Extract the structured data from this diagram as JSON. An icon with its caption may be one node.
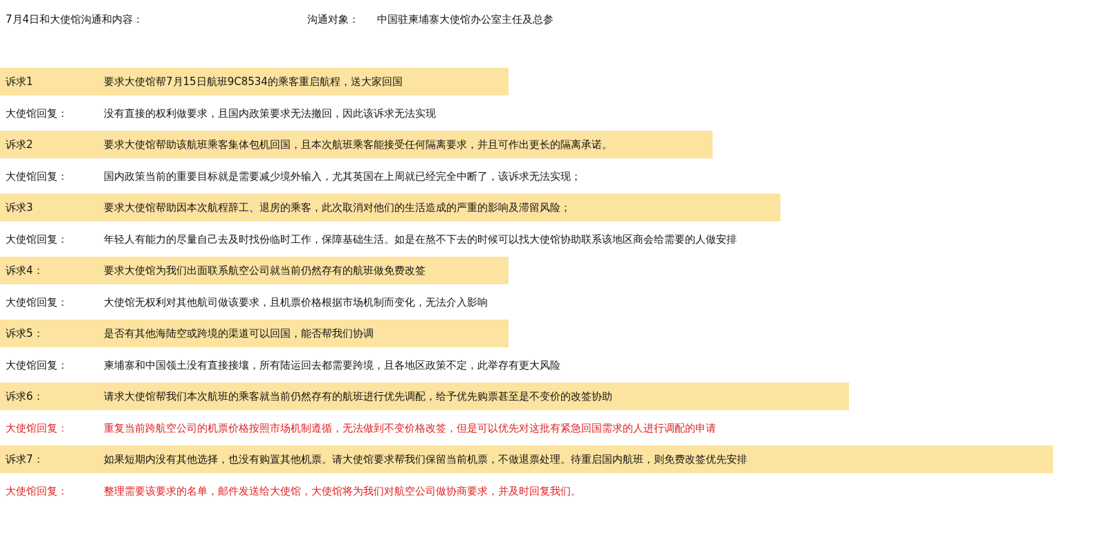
{
  "diagram": {
    "labels": [
      "7月4日和大使馆沟通和内容：",
      "沟通对象：",
      "中国驻柬埔寨大使馆办公室主任及总参",
      "诉求1",
      "要求大使馆帮7月15日航班9C8534的乘客重启航程，送大家回国",
      "大使馆回复：",
      "没有直接的权利做要求，且国内政策要求无法撤回，因此该诉求无法实现",
      "诉求2",
      "要求大使馆帮助该航班乘客集体包机回国，且本次航班乘客能接受任何隔离要求，并且可作出更长的隔离承诺。",
      "大使馆回复：",
      "国内政策当前的重要目标就是需要减少境外输入，尤其英国在上周就已经完全中断了，该诉求无法实现；",
      "诉求3",
      "要求大使馆帮助因本次航程辞工、退房的乘客，此次取消对他们的生活造成的严重的影响及滞留风险；",
      "大使馆回复：",
      "年轻人有能力的尽量自己去及时找份临时工作，保障基础生活。如是在熬不下去的时候可以找大使馆协助联系该地区商会给需要的人做安排",
      "诉求4：",
      "要求大使馆为我们出面联系航空公司就当前仍然存有的航班做免费改签",
      "大使馆回复：",
      "大使馆无权利对其他航司做该要求，且机票价格根据市场机制而变化，无法介入影响",
      "诉求5：",
      "是否有其他海陆空或跨境的渠道可以回国，能否帮我们协调",
      "大使馆回复：",
      "柬埔寨和中国领土没有直接接壤，所有陆运回去都需要跨境，且各地区政策不定，此举存有更大风险",
      "诉求6：",
      "请求大使馆帮我们本次航班的乘客就当前仍然存有的航班进行优先调配，给予优先购票甚至是不变价的改签协助",
      "大使馆回复：",
      "重复当前跨航空公司的机票价格按照市场机制遵循，无法做到不变价格改签，但是可以优先对这批有紧急回国需求的人进行调配的申请",
      "诉求7：",
      "如果短期内没有其他选择，也没有购置其他机票。请大使馆要求帮我们保留当前机票，不做退票处理。待重启国内航班，则免费改签优先安排",
      "大使馆回复：",
      "整理需要该要求的名单，邮件发送给大使馆，大使馆将为我们对航空公司做协商要求，并及时回复我们。"
    ]
  }
}
